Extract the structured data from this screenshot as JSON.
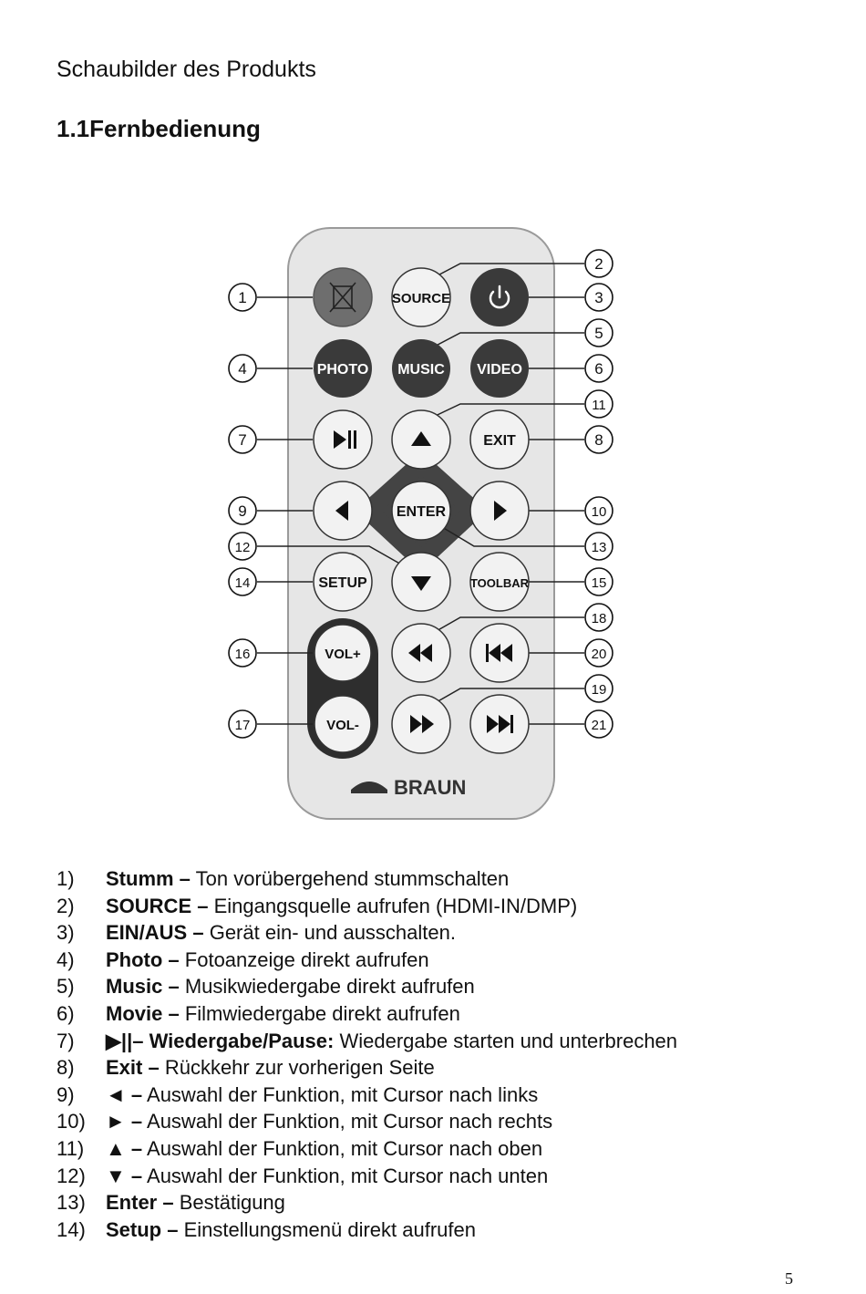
{
  "page": {
    "heading": "Schaubilder des Produkts",
    "subheading": "1.1Fernbedienung",
    "page_number": "5"
  },
  "remote": {
    "brand": "BRAUN",
    "buttons": {
      "mute": "",
      "source": "SOURCE",
      "power": "",
      "photo": "PHOTO",
      "music": "MUSIC",
      "video": "VIDEO",
      "play_pause": "▶||",
      "up": "▲",
      "exit": "EXIT",
      "left": "◀",
      "enter": "ENTER",
      "right": "▶",
      "down": "▼",
      "setup": "SETUP",
      "toolbar": "TOOLBAR",
      "vol_plus": "VOL+",
      "vol_minus": "VOL-",
      "rewind": "◀◀",
      "prev": "|◀◀",
      "forward": "▶▶",
      "next": "▶▶|"
    },
    "callouts": [
      "1",
      "2",
      "3",
      "4",
      "5",
      "6",
      "7",
      "8",
      "9",
      "10",
      "11",
      "12",
      "13",
      "14",
      "15",
      "16",
      "17",
      "18",
      "19",
      "20",
      "21"
    ]
  },
  "items": [
    {
      "num": "1)",
      "bold": "Stumm –",
      "text": " Ton vorübergehend stummschalten"
    },
    {
      "num": "2)",
      "bold": "SOURCE –",
      "text": " Eingangsquelle aufrufen (HDMI-IN/DMP)"
    },
    {
      "num": "3)",
      "bold": "EIN/AUS –",
      "text": " Gerät ein- und ausschalten."
    },
    {
      "num": "4)",
      "bold": "Photo –",
      "text": " Fotoanzeige direkt aufrufen"
    },
    {
      "num": "5)",
      "bold": "Music –",
      "text": " Musikwiedergabe direkt aufrufen"
    },
    {
      "num": "6)",
      "bold": "Movie –",
      "text": " Filmwiedergabe direkt aufrufen"
    },
    {
      "num": "7)",
      "bold": "▶||– Wiedergabe/Pause:",
      "text": " Wiedergabe starten und unterbrechen"
    },
    {
      "num": "8)",
      "bold": "Exit –",
      "text": " Rückkehr zur vorherigen Seite"
    },
    {
      "num": "9)",
      "bold": "◄ –",
      "text": " Auswahl der Funktion, mit Cursor nach links"
    },
    {
      "num": "10)",
      "bold": "► –",
      "text": " Auswahl der Funktion, mit Cursor nach rechts"
    },
    {
      "num": "11)",
      "bold": "▲ –",
      "text": " Auswahl der Funktion, mit Cursor nach oben"
    },
    {
      "num": "12)",
      "bold": "▼ –",
      "text": " Auswahl der Funktion, mit Cursor nach unten"
    },
    {
      "num": "13)",
      "bold": "Enter –",
      "text": " Bestätigung"
    },
    {
      "num": "14)",
      "bold": "Setup –",
      "text": " Einstellungsmenü direkt aufrufen"
    }
  ],
  "colors": {
    "remote_body": "#e6e6e6",
    "dark_button": "#3a3a3a",
    "light_button": "#f2f2f2",
    "mute_button": "#6e6e6e",
    "dpad_ring": "#444444"
  }
}
